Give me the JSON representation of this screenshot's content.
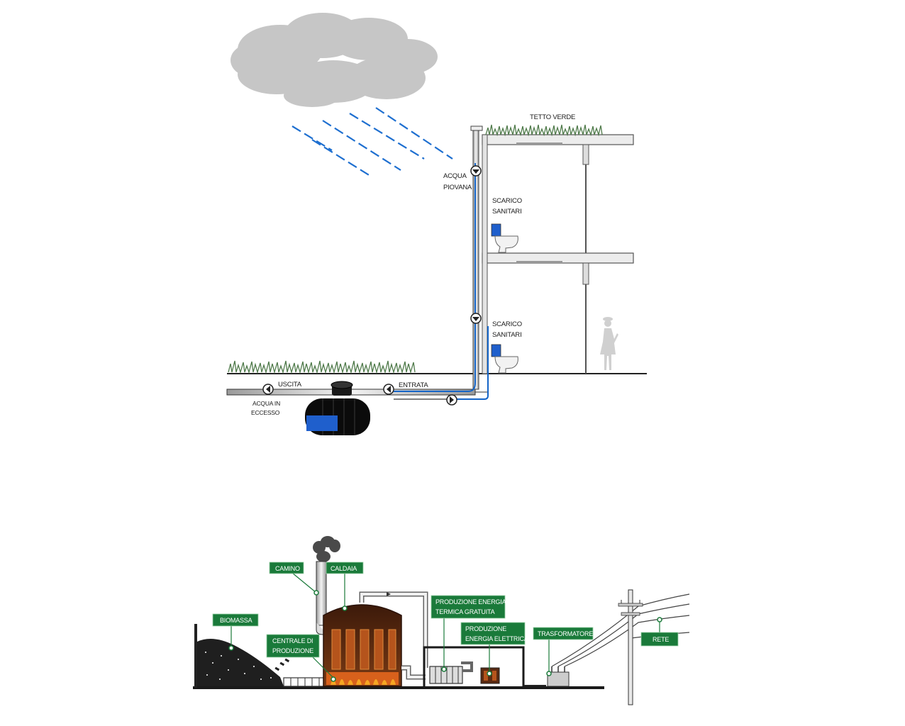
{
  "rainwater_diagram": {
    "labels": {
      "green_roof": "TETTO VERDE",
      "rainwater_line1": "ACQUA",
      "rainwater_line2": "PIOVANA",
      "sanitary_upper_line1": "SCARICO",
      "sanitary_upper_line2": "SANITARI",
      "sanitary_lower_line1": "SCARICO",
      "sanitary_lower_line2": "SANITARI",
      "outlet": "USCITA",
      "inlet": "ENTRATA",
      "excess_line1": "ACQUA IN",
      "excess_line2": "ECCESSO"
    },
    "colors": {
      "rain": "#1e6fd0",
      "pipe_blue": "#1565c8",
      "cloud": "#c6c6c6",
      "grass": "#4f7a4a",
      "tank": "#0b0b0b",
      "tank_water": "#1f5fcc"
    }
  },
  "biomass_diagram": {
    "labels": {
      "chimney": "CAMINO",
      "boiler": "CALDAIA",
      "biomass": "BIOMASSA",
      "plant_line1": "CENTRALE DI",
      "plant_line2": "PRODUZIONE",
      "thermal_line1": "PRODUZIONE ENERGIA",
      "thermal_line2": "TERMICA GRATUITA",
      "electric_line1": "PRODUZIONE",
      "electric_line2": "ENERGIA ELETTRICA",
      "transformer": "TRASFORMATORE",
      "grid": "RETE"
    },
    "colors": {
      "label_bg": "#1a7a3a",
      "boiler_top": "#5a2a12",
      "boiler_stripe": "#b5541c",
      "flame": "#f5a623",
      "smoke": "#4a4a4a"
    }
  }
}
